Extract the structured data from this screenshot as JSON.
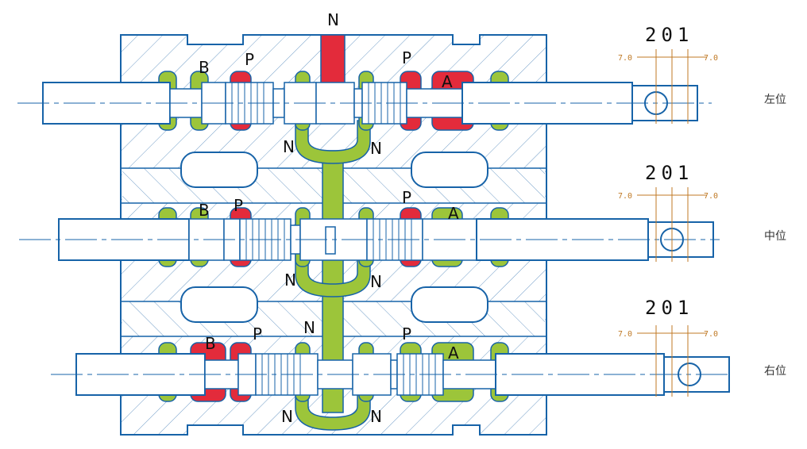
{
  "colors": {
    "outline": "#1763a8",
    "hatch": "#6f9cc7",
    "pressure": "#e32b3b",
    "return": "#9cc53a",
    "dim": "#c07a26",
    "label": "#111111"
  },
  "top_label": "N",
  "rows": [
    {
      "position_label": "左位",
      "detent_code": "201",
      "dim_left": "7.0",
      "dim_right": "7.0",
      "labels": {
        "b": "B",
        "p_left": "P",
        "p_right": "P",
        "a": "A",
        "n_left": "N",
        "n_right": "N"
      }
    },
    {
      "position_label": "中位",
      "detent_code": "201",
      "dim_left": "7.0",
      "dim_right": "7.0",
      "labels": {
        "b": "B",
        "p_left": "P",
        "p_right": "P",
        "a": "A",
        "n_left": "N",
        "n_right": "N"
      }
    },
    {
      "position_label": "右位",
      "detent_code": "201",
      "dim_left": "7.0",
      "dim_right": "7.0",
      "labels": {
        "b": "B",
        "p_left": "P",
        "n_upper": "N",
        "p_right": "P",
        "a": "A",
        "n_left": "N",
        "n_right": "N"
      }
    }
  ]
}
